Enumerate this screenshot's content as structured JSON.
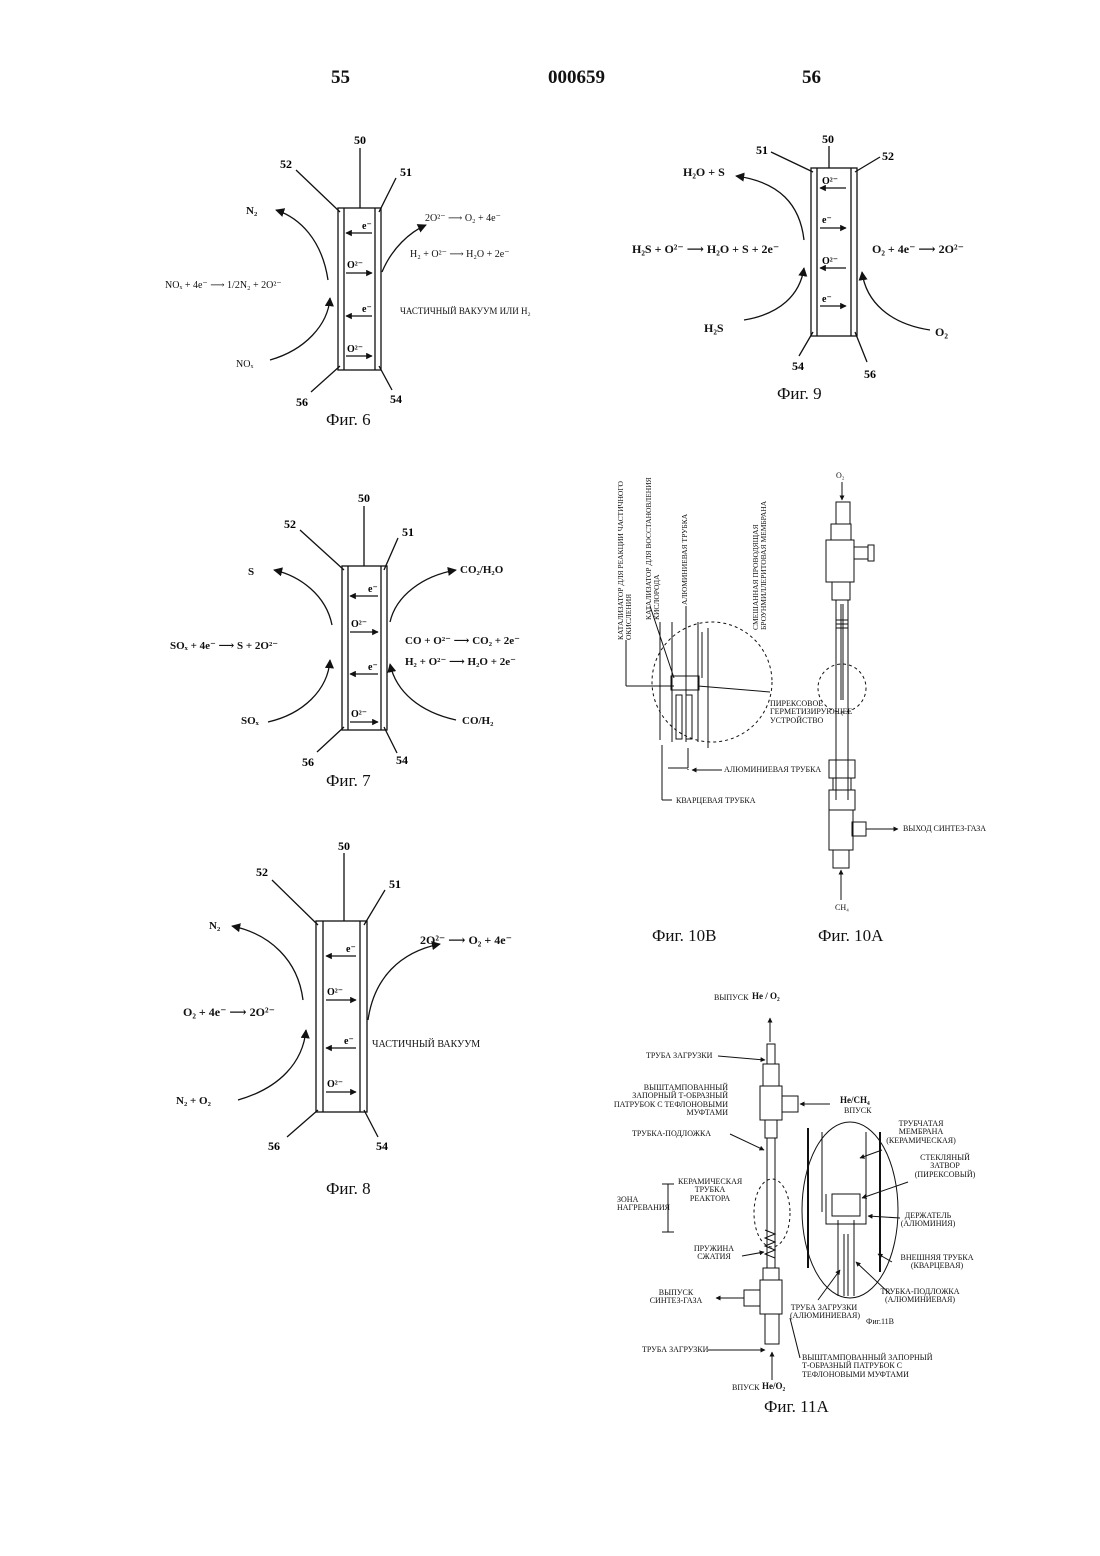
{
  "header": {
    "left_page": "55",
    "doc_number": "000659",
    "right_page": "56"
  },
  "fig6": {
    "caption": "Фиг. 6",
    "labels": {
      "n50": "50",
      "n51": "51",
      "n52": "52",
      "n54": "54",
      "n56": "56"
    },
    "membrane_species": [
      "e⁻",
      "O²⁻",
      "e⁻",
      "O²⁻"
    ],
    "left_product": "N₂",
    "left_reaction": "NOₓ + 4e⁻ ⟶ 1/2N₂ + 2O²⁻",
    "left_reactant": "NOₓ",
    "right_reaction_1": "2O²⁻ ⟶ O₂ + 4e⁻",
    "right_reaction_2": "H₂ + O²⁻ ⟶ H₂O + 2e⁻",
    "right_condition": "ЧАСТИЧНЫЙ ВАКУУМ ИЛИ H₂"
  },
  "fig7": {
    "caption": "Фиг. 7",
    "labels": {
      "n50": "50",
      "n51": "51",
      "n52": "52",
      "n54": "54",
      "n56": "56"
    },
    "membrane_species": [
      "e⁻",
      "O²⁻",
      "e⁻",
      "O²⁻"
    ],
    "left_product": "S",
    "left_reaction": "SOₓ + 4e⁻ ⟶ S + 2O²⁻",
    "left_reactant": "SOₓ",
    "right_product": "CO₂/H₂O",
    "right_reaction_1": "CO + O²⁻ ⟶ CO₂ + 2e⁻",
    "right_reaction_2": "H₂ + O²⁻ ⟶ H₂O + 2e⁻",
    "right_reactant": "CO/H₂"
  },
  "fig8": {
    "caption": "Фиг. 8",
    "labels": {
      "n50": "50",
      "n51": "51",
      "n52": "52",
      "n54": "54",
      "n56": "56"
    },
    "membrane_species": [
      "e⁻",
      "O²⁻",
      "e⁻",
      "O²⁻"
    ],
    "left_product": "N₂",
    "left_reaction": "O₂ + 4e⁻ ⟶ 2O²⁻",
    "left_reactant": "N₂ + O₂",
    "right_reaction": "2O²⁻ ⟶ O₂ + 4e⁻",
    "right_condition": "ЧАСТИЧНЫЙ ВАКУУМ"
  },
  "fig9": {
    "caption": "Фиг. 9",
    "labels": {
      "n50": "50",
      "n51": "51",
      "n52": "52",
      "n54": "54",
      "n56": "56"
    },
    "membrane_species": [
      "O²⁻",
      "e⁻",
      "O²⁻",
      "e⁻"
    ],
    "left_product": "H₂O + S",
    "left_reaction": "H₂S + O²⁻ ⟶ H₂O + S + 2e⁻",
    "left_reactant": "H₂S",
    "right_reaction": "O₂ + 4e⁻ ⟶ 2O²⁻",
    "right_reactant": "O₂"
  },
  "fig10": {
    "caption_b": "Фиг. 10B",
    "caption_a": "Фиг. 10A",
    "vertical_labels": [
      "КАТАЛИЗАТОР ДЛЯ РЕАКЦИИ ЧАСТИЧНОГО ОКИСЛЕНИЯ",
      "КАТАЛИЗАТОР ДЛЯ ВОССТАНОВЛЕНИЯ КИСЛОРОДА",
      "АЛЮМИНИЕВАЯ ТРУБКА",
      "СМЕШАННАЯ ПРОВОДЯЩАЯ БРОУНМИЛЛЕРИТОВАЯ МЕМБРАНА"
    ],
    "seal": "ПИРЕКСОВОЕ ГЕРМЕТИЗИРУЮЩЕЕ УСТРОЙСТВО",
    "alu_tube": "АЛЮМИНИЕВАЯ ТРУБКА",
    "quartz_tube": "КВАРЦЕВАЯ ТРУБКА",
    "top_gas": "O₂",
    "bottom_gas": "CH₄",
    "outlet": "ВЫХОД СИНТЕЗ-ГАЗА"
  },
  "fig11": {
    "caption_a": "Фиг. 11А",
    "caption_b": "Фиг.11B",
    "top_outlet": "ВЫПУСК",
    "top_outlet_gas": "He / O₂",
    "load_tube_top": "ТРУБА ЗАГРУЗКИ",
    "tee_top": "ВЫШТАМПОВАННЫЙ ЗАПОРНЫЙ Т-ОБРАЗНЫЙ ПАТРУБОК С ТЕФЛОНОВЫМИ МУФТАМИ",
    "he_ch4": "He/CH₄",
    "inlet_right": "ВПУСК",
    "support_tube": "ТРУБКА-ПОДЛОЖКА",
    "ceramic_tube": "КЕРАМИЧЕСКАЯ ТРУБКА РЕАКТОРА",
    "heating_zone": "ЗОНА НАГРЕВАНИЯ",
    "spring": "ПРУЖИНА СЖАТИЯ",
    "syngas_outlet": "ВЫПУСК СИНТЕЗ-ГАЗА",
    "load_tube_bottom": "ТРУБА ЗАГРУЗКИ",
    "tee_bottom": "ВЫШТАМПОВАННЫЙ ЗАПОРНЫЙ Т-ОБРАЗНЫЙ ПАТРУБОК С ТЕФЛОНОВЫМИ МУФТАМИ",
    "bottom_inlet": "ВПУСК",
    "bottom_inlet_gas": "He/O₂",
    "membrane": "ТРУБЧАТАЯ МЕМБРАНА (КЕРАМИЧЕСКАЯ)",
    "glass_seal": "СТЕКЛЯНЫЙ ЗАТВОР (ПИРЕКСОВЫЙ)",
    "holder": "ДЕРЖАТЕЛЬ (АЛЮМИНИЯ)",
    "outer_tube": "ВНЕШНЯЯ ТРУБКА (КВАРЦЕВАЯ)",
    "load_tube_alu": "ТРУБА ЗАГРУЗКИ (АЛЮМИНИЕВАЯ)",
    "support_alu": "ТРУБКА-ПОДЛОЖКА (АЛЮМИНИЕВАЯ)"
  }
}
